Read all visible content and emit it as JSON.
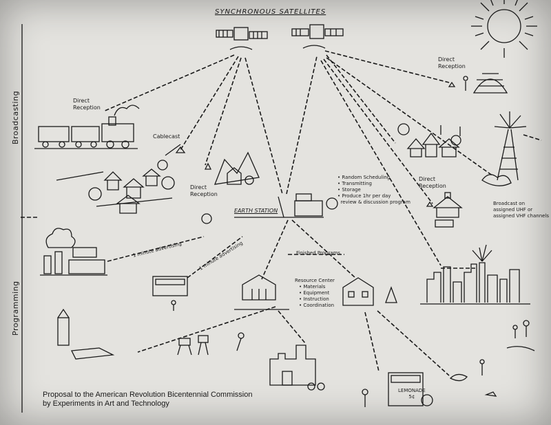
{
  "title": "SYNCHRONOUS SATELLITES",
  "side_labels": {
    "top": "Broadcasting",
    "bottom": "Programming"
  },
  "labels": {
    "direct_reception_1": "Direct\nReception",
    "direct_reception_2": "Direct\nReception",
    "direct_reception_3": "Direct\nReception",
    "direct_reception_4": "Direct\nReception",
    "cablecast": "Cablecast",
    "earth_station": "EARTH STATION",
    "finished_programs": "Finished Programs",
    "one_minute_1": "1 minute advertising",
    "one_minute_2": "1 minute advertising",
    "broadcast": "Broadcast on\nassigned UHF or\nassigned VHF channels",
    "resource_center": "Resource Center",
    "lemonade": "LEMONADE\n5¢"
  },
  "earth_station_tasks": [
    "Random Scheduling",
    "Transmitting",
    "Storage",
    "Produce 1hr per day\n  review & discussion program"
  ],
  "resource_items": [
    "Materials",
    "Equipment",
    "Instruction",
    "Coordination"
  ],
  "caption": "Proposal to the American Revolution Bicentennial Commission\nby Experiments in Art and Technology"
}
